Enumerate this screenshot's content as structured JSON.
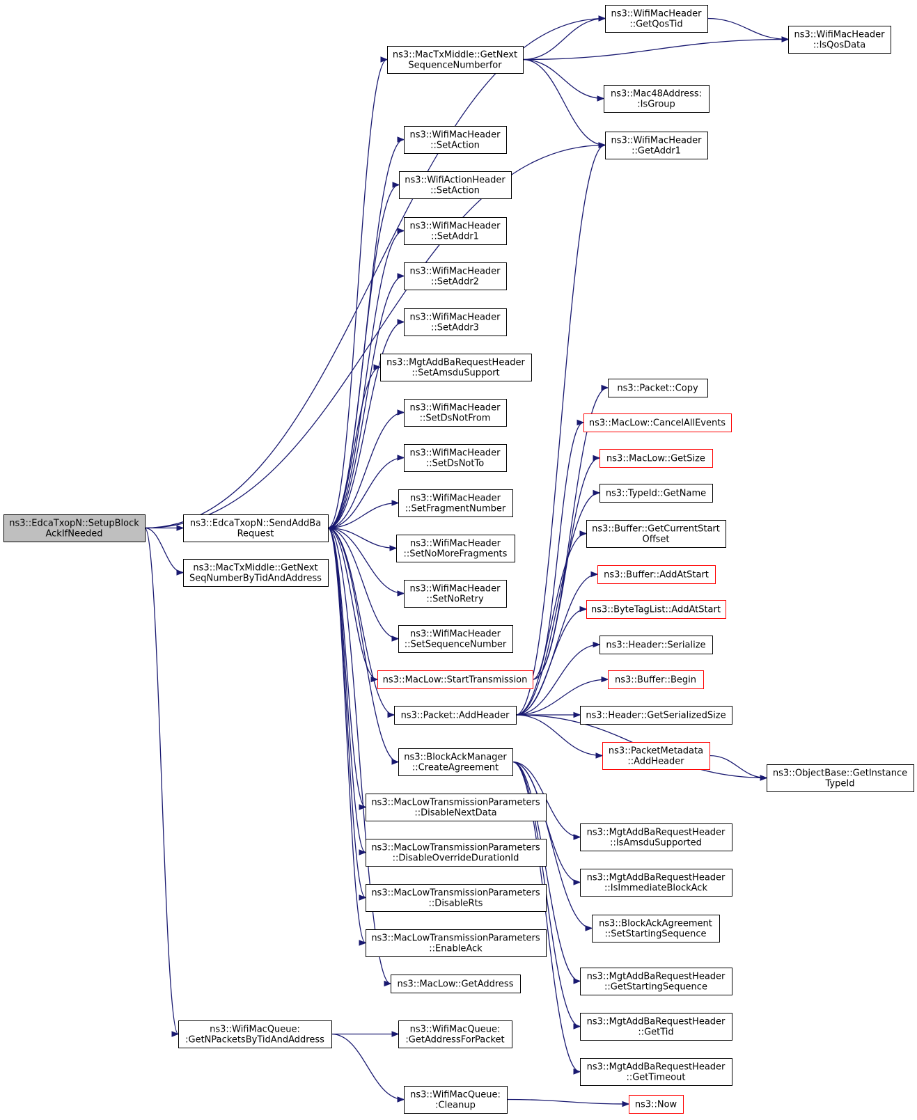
{
  "colors": {
    "edge": "#191970",
    "node_border_normal": "#000000",
    "node_border_truncated": "#ff0000",
    "root_fill": "#bfbfbf",
    "node_fill": "#ffffff"
  },
  "nodes": [
    {
      "id": "root",
      "lines": [
        "ns3::EdcaTxopN::SetupBlock",
        "AckIfNeeded"
      ],
      "kind": "root"
    },
    {
      "id": "sendAddBa",
      "lines": [
        "ns3::EdcaTxopN::SendAddBa",
        "Request"
      ],
      "kind": "normal"
    },
    {
      "id": "getNextSeqTid",
      "lines": [
        "ns3::MacTxMiddle::GetNext",
        "SeqNumberByTidAndAddress"
      ],
      "kind": "normal"
    },
    {
      "id": "getNPackets",
      "lines": [
        "ns3::WifiMacQueue:",
        ":GetNPacketsByTidAndAddress"
      ],
      "kind": "normal"
    },
    {
      "id": "getNextSeqFor",
      "lines": [
        "ns3::MacTxMiddle::GetNext",
        "SequenceNumberfor"
      ],
      "kind": "normal"
    },
    {
      "id": "getQosTid",
      "lines": [
        "ns3::WifiMacHeader",
        "::GetQosTid"
      ],
      "kind": "normal"
    },
    {
      "id": "isQosData",
      "lines": [
        "ns3::WifiMacHeader",
        "::IsQosData"
      ],
      "kind": "normal"
    },
    {
      "id": "isGroup",
      "lines": [
        "ns3::Mac48Address:",
        ":IsGroup"
      ],
      "kind": "normal"
    },
    {
      "id": "getAddr1",
      "lines": [
        "ns3::WifiMacHeader",
        "::GetAddr1"
      ],
      "kind": "normal"
    },
    {
      "id": "setActionMac",
      "lines": [
        "ns3::WifiMacHeader",
        "::SetAction"
      ],
      "kind": "normal"
    },
    {
      "id": "setActionAct",
      "lines": [
        "ns3::WifiActionHeader",
        "::SetAction"
      ],
      "kind": "normal"
    },
    {
      "id": "setAddr1",
      "lines": [
        "ns3::WifiMacHeader",
        "::SetAddr1"
      ],
      "kind": "normal"
    },
    {
      "id": "setAddr2",
      "lines": [
        "ns3::WifiMacHeader",
        "::SetAddr2"
      ],
      "kind": "normal"
    },
    {
      "id": "setAddr3",
      "lines": [
        "ns3::WifiMacHeader",
        "::SetAddr3"
      ],
      "kind": "normal"
    },
    {
      "id": "setAmsdu",
      "lines": [
        "ns3::MgtAddBaRequestHeader",
        "::SetAmsduSupport"
      ],
      "kind": "normal"
    },
    {
      "id": "setDsNotFrom",
      "lines": [
        "ns3::WifiMacHeader",
        "::SetDsNotFrom"
      ],
      "kind": "normal"
    },
    {
      "id": "setDsNotTo",
      "lines": [
        "ns3::WifiMacHeader",
        "::SetDsNotTo"
      ],
      "kind": "normal"
    },
    {
      "id": "setFragNum",
      "lines": [
        "ns3::WifiMacHeader",
        "::SetFragmentNumber"
      ],
      "kind": "normal"
    },
    {
      "id": "setNoMoreFrag",
      "lines": [
        "ns3::WifiMacHeader",
        "::SetNoMoreFragments"
      ],
      "kind": "normal"
    },
    {
      "id": "setNoRetry",
      "lines": [
        "ns3::WifiMacHeader",
        "::SetNoRetry"
      ],
      "kind": "normal"
    },
    {
      "id": "setSeqNum",
      "lines": [
        "ns3::WifiMacHeader",
        "::SetSequenceNumber"
      ],
      "kind": "normal"
    },
    {
      "id": "startTx",
      "lines": [
        "ns3::MacLow::StartTransmission"
      ],
      "kind": "truncated"
    },
    {
      "id": "addHeader",
      "lines": [
        "ns3::Packet::AddHeader"
      ],
      "kind": "normal"
    },
    {
      "id": "createAgreement",
      "lines": [
        "ns3::BlockAckManager",
        "::CreateAgreement"
      ],
      "kind": "normal"
    },
    {
      "id": "disableNextData",
      "lines": [
        "ns3::MacLowTransmissionParameters",
        "::DisableNextData"
      ],
      "kind": "normal"
    },
    {
      "id": "disableOverride",
      "lines": [
        "ns3::MacLowTransmissionParameters",
        "::DisableOverrideDurationId"
      ],
      "kind": "normal"
    },
    {
      "id": "disableRts",
      "lines": [
        "ns3::MacLowTransmissionParameters",
        "::DisableRts"
      ],
      "kind": "normal"
    },
    {
      "id": "enableAck",
      "lines": [
        "ns3::MacLowTransmissionParameters",
        "::EnableAck"
      ],
      "kind": "normal"
    },
    {
      "id": "getAddress",
      "lines": [
        "ns3::MacLow::GetAddress"
      ],
      "kind": "normal"
    },
    {
      "id": "getAddrForPacket",
      "lines": [
        "ns3::WifiMacQueue:",
        ":GetAddressForPacket"
      ],
      "kind": "normal"
    },
    {
      "id": "cleanup",
      "lines": [
        "ns3::WifiMacQueue:",
        ":Cleanup"
      ],
      "kind": "normal"
    },
    {
      "id": "now",
      "lines": [
        "ns3::Now"
      ],
      "kind": "truncated"
    },
    {
      "id": "copy",
      "lines": [
        "ns3::Packet::Copy"
      ],
      "kind": "normal"
    },
    {
      "id": "cancelAll",
      "lines": [
        "ns3::MacLow::CancelAllEvents"
      ],
      "kind": "truncated"
    },
    {
      "id": "getSize",
      "lines": [
        "ns3::MacLow::GetSize"
      ],
      "kind": "truncated"
    },
    {
      "id": "getName",
      "lines": [
        "ns3::TypeId::GetName"
      ],
      "kind": "normal"
    },
    {
      "id": "getCurStart",
      "lines": [
        "ns3::Buffer::GetCurrentStart",
        "Offset"
      ],
      "kind": "normal"
    },
    {
      "id": "bufAddAtStart",
      "lines": [
        "ns3::Buffer::AddAtStart"
      ],
      "kind": "truncated"
    },
    {
      "id": "btlAddAtStart",
      "lines": [
        "ns3::ByteTagList::AddAtStart"
      ],
      "kind": "truncated"
    },
    {
      "id": "serialize",
      "lines": [
        "ns3::Header::Serialize"
      ],
      "kind": "normal"
    },
    {
      "id": "begin",
      "lines": [
        "ns3::Buffer::Begin"
      ],
      "kind": "truncated"
    },
    {
      "id": "getSerSize",
      "lines": [
        "ns3::Header::GetSerializedSize"
      ],
      "kind": "normal"
    },
    {
      "id": "pmAddHeader",
      "lines": [
        "ns3::PacketMetadata",
        "::AddHeader"
      ],
      "kind": "truncated"
    },
    {
      "id": "getInstTypeId",
      "lines": [
        "ns3::ObjectBase::GetInstance",
        "TypeId"
      ],
      "kind": "normal"
    },
    {
      "id": "isAmsduSupp",
      "lines": [
        "ns3::MgtAddBaRequestHeader",
        "::IsAmsduSupported"
      ],
      "kind": "normal"
    },
    {
      "id": "isImmBlockAck",
      "lines": [
        "ns3::MgtAddBaRequestHeader",
        "::IsImmediateBlockAck"
      ],
      "kind": "normal"
    },
    {
      "id": "setStartSeq",
      "lines": [
        "ns3::BlockAckAgreement",
        "::SetStartingSequence"
      ],
      "kind": "normal"
    },
    {
      "id": "getStartSeq",
      "lines": [
        "ns3::MgtAddBaRequestHeader",
        "::GetStartingSequence"
      ],
      "kind": "normal"
    },
    {
      "id": "getTid",
      "lines": [
        "ns3::MgtAddBaRequestHeader",
        "::GetTid"
      ],
      "kind": "normal"
    },
    {
      "id": "getTimeout",
      "lines": [
        "ns3::MgtAddBaRequestHeader",
        "::GetTimeout"
      ],
      "kind": "normal"
    }
  ],
  "edges": [
    [
      "root",
      "sendAddBa"
    ],
    [
      "root",
      "getNextSeqTid"
    ],
    [
      "root",
      "getNPackets"
    ],
    [
      "root",
      "getQosTid"
    ],
    [
      "root",
      "getAddr1"
    ],
    [
      "sendAddBa",
      "getNextSeqFor"
    ],
    [
      "sendAddBa",
      "setActionMac"
    ],
    [
      "sendAddBa",
      "setActionAct"
    ],
    [
      "sendAddBa",
      "setAddr1"
    ],
    [
      "sendAddBa",
      "setAddr2"
    ],
    [
      "sendAddBa",
      "setAddr3"
    ],
    [
      "sendAddBa",
      "setAmsdu"
    ],
    [
      "sendAddBa",
      "setDsNotFrom"
    ],
    [
      "sendAddBa",
      "setDsNotTo"
    ],
    [
      "sendAddBa",
      "setFragNum"
    ],
    [
      "sendAddBa",
      "setNoMoreFrag"
    ],
    [
      "sendAddBa",
      "setNoRetry"
    ],
    [
      "sendAddBa",
      "setSeqNum"
    ],
    [
      "sendAddBa",
      "startTx"
    ],
    [
      "sendAddBa",
      "addHeader"
    ],
    [
      "sendAddBa",
      "createAgreement"
    ],
    [
      "sendAddBa",
      "disableNextData"
    ],
    [
      "sendAddBa",
      "disableOverride"
    ],
    [
      "sendAddBa",
      "disableRts"
    ],
    [
      "sendAddBa",
      "enableAck"
    ],
    [
      "sendAddBa",
      "getAddress"
    ],
    [
      "getNextSeqFor",
      "getQosTid"
    ],
    [
      "getNextSeqFor",
      "isQosData"
    ],
    [
      "getNextSeqFor",
      "isGroup"
    ],
    [
      "getNextSeqFor",
      "getAddr1"
    ],
    [
      "getQosTid",
      "isQosData"
    ],
    [
      "getNPackets",
      "getAddrForPacket"
    ],
    [
      "getNPackets",
      "cleanup"
    ],
    [
      "cleanup",
      "now"
    ],
    [
      "startTx",
      "copy"
    ],
    [
      "startTx",
      "cancelAll"
    ],
    [
      "startTx",
      "getSize"
    ],
    [
      "addHeader",
      "getName"
    ],
    [
      "addHeader",
      "getCurStart"
    ],
    [
      "addHeader",
      "bufAddAtStart"
    ],
    [
      "addHeader",
      "btlAddAtStart"
    ],
    [
      "addHeader",
      "serialize"
    ],
    [
      "addHeader",
      "begin"
    ],
    [
      "addHeader",
      "getSerSize"
    ],
    [
      "addHeader",
      "pmAddHeader"
    ],
    [
      "addHeader",
      "getInstTypeId"
    ],
    [
      "addHeader",
      "getAddr1"
    ],
    [
      "pmAddHeader",
      "getInstTypeId"
    ],
    [
      "createAgreement",
      "isAmsduSupp"
    ],
    [
      "createAgreement",
      "isImmBlockAck"
    ],
    [
      "createAgreement",
      "setStartSeq"
    ],
    [
      "createAgreement",
      "getStartSeq"
    ],
    [
      "createAgreement",
      "getTid"
    ],
    [
      "createAgreement",
      "getTimeout"
    ]
  ]
}
